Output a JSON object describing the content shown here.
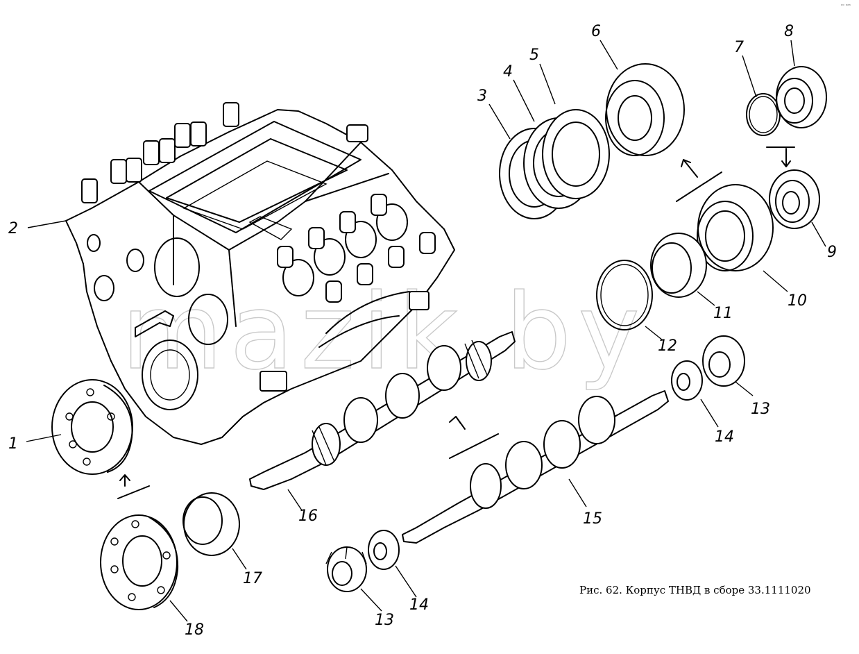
{
  "caption": "Рис. 62. Корпус ТНВД в сборе 33.1111020",
  "watermark": "mazik.by",
  "corner_mark": "ᵃᵒ ᵃᵃᵃ",
  "callouts": [
    "1",
    "2",
    "3",
    "4",
    "5",
    "6",
    "7",
    "8",
    "9",
    "10",
    "11",
    "12",
    "13",
    "13",
    "14",
    "14",
    "15",
    "16",
    "17",
    "18"
  ],
  "parts": {
    "housing": "pump-housing",
    "shafts": [
      "camshaft-16",
      "camshaft-15"
    ]
  }
}
